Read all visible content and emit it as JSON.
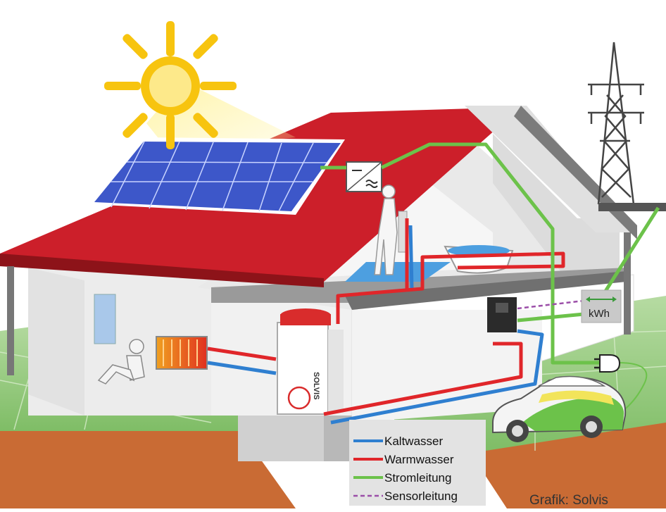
{
  "legend": {
    "items": [
      {
        "label": "Kaltwasser",
        "color": "#2f7fd0",
        "style": "solid"
      },
      {
        "label": "Warmwasser",
        "color": "#e0262a",
        "style": "solid"
      },
      {
        "label": "Stromleitung",
        "color": "#6cc24a",
        "style": "solid"
      },
      {
        "label": "Sensorleitung",
        "color": "#9b4ea8",
        "style": "dashed"
      }
    ]
  },
  "labels": {
    "meter": "kWh",
    "boiler_brand": "SOLVIS",
    "credit": "Grafik: Solvis"
  },
  "colors": {
    "roof": "#cc1f2a",
    "panel": "#3d57c9",
    "sun": "#f7c40f",
    "grass": "#9dcc86",
    "soil": "#c96b34",
    "wall": "#ececec",
    "ev_body": "#f4f4f4",
    "ev_green": "#6cc24a"
  }
}
